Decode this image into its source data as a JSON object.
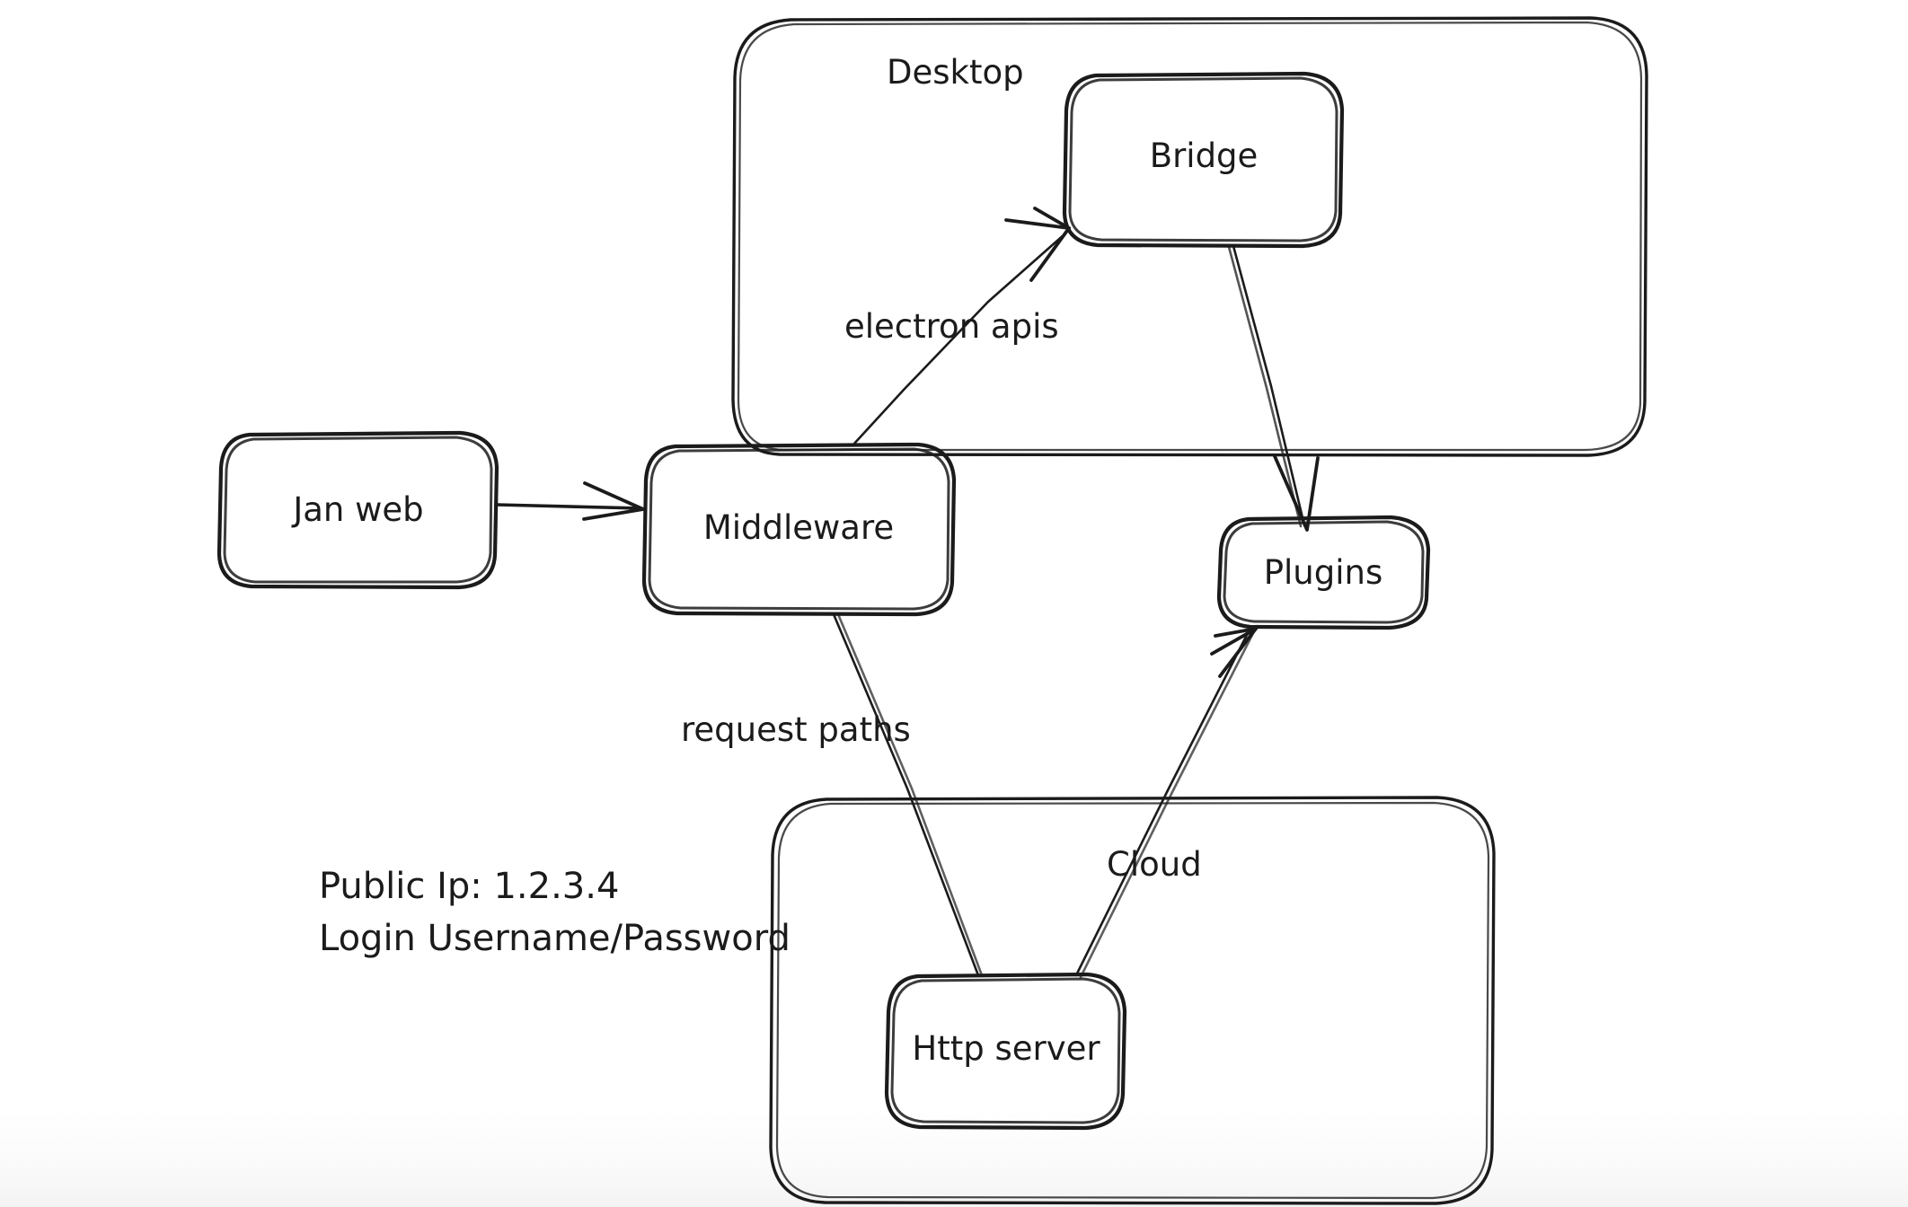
{
  "diagram": {
    "title": "Jan architecture flow",
    "background_color": "#ffffff",
    "ink_color": "#1b1b1b",
    "style": "hand-drawn whiteboard sketch"
  },
  "groups": [
    {
      "id": "desktop",
      "label": "Desktop"
    },
    {
      "id": "cloud_container",
      "label": ""
    }
  ],
  "nodes": [
    {
      "id": "jan_web",
      "label": "Jan web"
    },
    {
      "id": "middleware",
      "label": "Middleware"
    },
    {
      "id": "bridge",
      "label": "Bridge"
    },
    {
      "id": "plugins",
      "label": "Plugins"
    },
    {
      "id": "http_server",
      "label": "Http server"
    }
  ],
  "edges": [
    {
      "id": "janweb_to_middleware",
      "from": "Jan web",
      "to": "Middleware",
      "label": ""
    },
    {
      "id": "middleware_to_bridge",
      "from": "Middleware",
      "to": "Bridge",
      "label": "electron apis"
    },
    {
      "id": "bridge_to_plugins",
      "from": "Bridge",
      "to": "Plugins",
      "label": ""
    },
    {
      "id": "middleware_to_http",
      "from": "Middleware",
      "to": "Http server",
      "label": "request paths"
    },
    {
      "id": "http_to_plugins",
      "from": "Http server",
      "to": "Plugins",
      "label": "Cloud"
    }
  ],
  "notes": {
    "public_ip": "Public Ip: 1.2.3.4",
    "login": "Login Username/Password"
  }
}
